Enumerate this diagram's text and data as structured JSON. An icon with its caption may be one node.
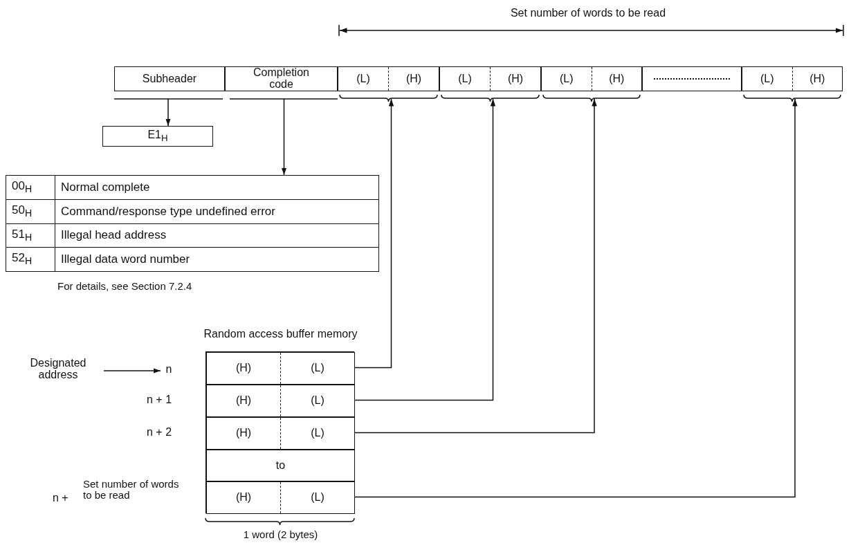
{
  "diagram": {
    "nodes": [
      {
        "text": [
          "Subheader"
        ]
      },
      {
        "text": [
          "Completion code"
        ]
      },
      {
        "text": [
          "(L)",
          "(H)"
        ]
      },
      {
        "text": [
          "(L)",
          "(H)"
        ]
      },
      {
        "text": [
          "(L)",
          "(H)"
        ]
      },
      {
        "text": [],
        "shape": "box"
      },
      {
        "text": [
          "(L)",
          "(H)"
        ]
      },
      {
        "text": [
          "E1$_{H}$"
        ]
      },
      {
        "text": [],
        "shape": "box",
        "beside": [
          "For details, see Section 7.2.4"
        ]
      },
      {
        "text": [
          "Random access buffer memory"
        ],
        "beside": [
          "1 word (2 bytes)"
        ]
      },
      {
        "text": [
          "(H)",
          "(L)"
        ],
        "in": 9
      },
      {
        "text": [
          "(H)",
          "(L)"
        ],
        "in": 9
      },
      {
        "text": [
          "(H)",
          "(L)"
        ],
        "in": 9
      },
      {
        "text": [
          "to"
        ],
        "in": 9
      },
      {
        "text": [
          "(H)",
          "(L)"
        ],
        "in": 9
      },
      {
        "text": [
          "Designated address"
        ]
      },
      {
        "text": [
          "n"
        ]
      }
    ],
    "edges": [
      {
        "from": 0,
        "to": 7,
        "arrow": "to"
      },
      {
        "from": 1,
        "to": 8,
        "arrow": "to"
      },
      {
        "from": 10,
        "to": 2,
        "arrow": "to"
      },
      {
        "from": 11,
        "to": 3,
        "arrow": "to"
      },
      {
        "from": 12,
        "to": 4,
        "arrow": "to"
      },
      {
        "from": 14,
        "to": 6,
        "arrow": "to"
      },
      {
        "from": 15,
        "to": 16,
        "arrow": "to"
      }
    ],
    "labels": [
      "Set number of words to be read",
      "00$_{H}$",
      "Normal complete",
      "50$_{H}$",
      "Command/response type undefined error",
      "51$_{H}$",
      "Illegal head address",
      "52$_{H}$",
      "Illegal data word number",
      "n + 1",
      "n + 2",
      "n +",
      "Set number of words to be read"
    ]
  }
}
